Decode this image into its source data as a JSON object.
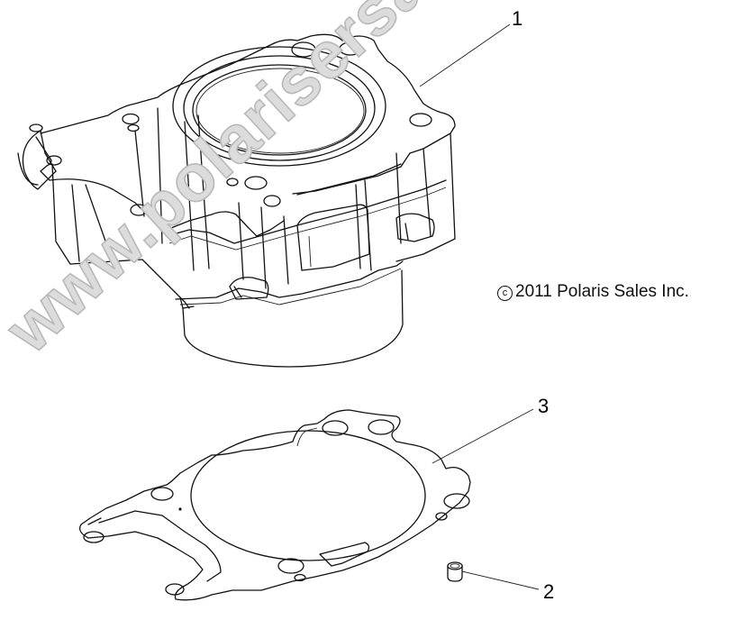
{
  "diagram": {
    "type": "exploded-parts-view",
    "subject": "Cylinder assembly",
    "parts": [
      {
        "callout": "1",
        "name": "Cylinder"
      },
      {
        "callout": "2",
        "name": "Dowel pin"
      },
      {
        "callout": "3",
        "name": "Cylinder base gasket"
      }
    ]
  },
  "callouts": {
    "c1": "1",
    "c2": "2",
    "c3": "3"
  },
  "copyright": {
    "symbol": "c",
    "text": "2011 Polaris Sales Inc."
  },
  "watermark": {
    "text": "www.polarisersatzteile.de",
    "fill_color": "#dcdcdc",
    "outline_color": "#b9b9b9"
  },
  "colors": {
    "background": "#ffffff",
    "line_art": "#111111"
  }
}
